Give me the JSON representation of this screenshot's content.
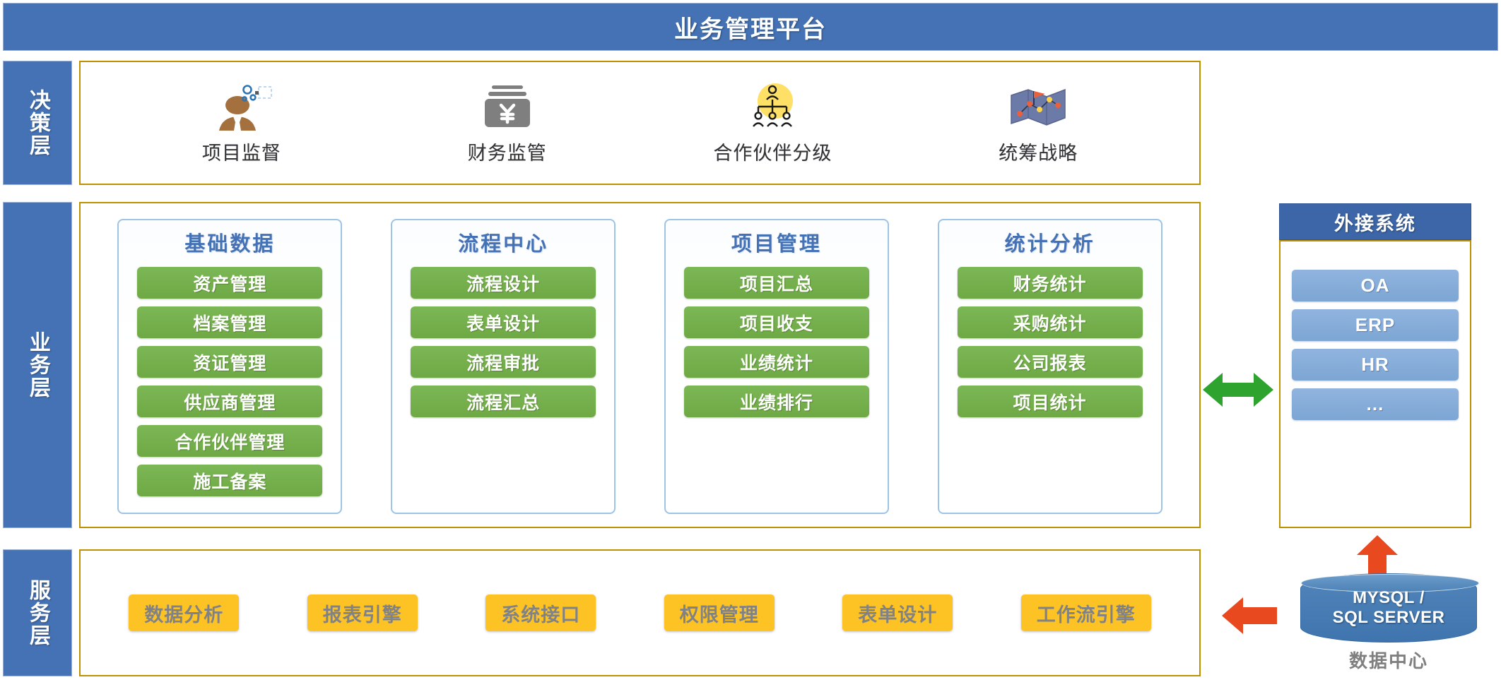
{
  "header": {
    "title": "业务管理平台"
  },
  "layers": {
    "decision": {
      "label": "决策层"
    },
    "business": {
      "label": "业务层"
    },
    "service": {
      "label": "服务层"
    }
  },
  "decision_items": [
    {
      "label": "项目监督",
      "icon": "person-gear-icon"
    },
    {
      "label": "财务监管",
      "icon": "money-card-icon"
    },
    {
      "label": "合作伙伴分级",
      "icon": "org-hierarchy-icon"
    },
    {
      "label": "统筹战略",
      "icon": "strategy-map-icon"
    }
  ],
  "business_cards": [
    {
      "title": "基础数据",
      "items": [
        "资产管理",
        "档案管理",
        "资证管理",
        "供应商管理",
        "合作伙伴管理",
        "施工备案"
      ]
    },
    {
      "title": "流程中心",
      "items": [
        "流程设计",
        "表单设计",
        "流程审批",
        "流程汇总"
      ]
    },
    {
      "title": "项目管理",
      "items": [
        "项目汇总",
        "项目收支",
        "业绩统计",
        "业绩排行"
      ]
    },
    {
      "title": "统计分析",
      "items": [
        "财务统计",
        "采购统计",
        "公司报表",
        "项目统计"
      ]
    }
  ],
  "external": {
    "title": "外接系统",
    "items": [
      "OA",
      "ERP",
      "HR",
      "…"
    ]
  },
  "service_items": [
    "数据分析",
    "报表引擎",
    "系统接口",
    "权限管理",
    "表单设计",
    "工作流引擎"
  ],
  "database": {
    "line1": "MYSQL /",
    "line2": "SQL SERVER",
    "caption": "数据中心"
  },
  "colors": {
    "brand_blue": "#4472b4",
    "gold_border": "#bf9000",
    "green_chip": "#6fa945",
    "yellow_chip": "#fdc325",
    "blue_chip": "#7da6d4",
    "green_arrow": "#2ea32e",
    "orange_arrow": "#e8491f",
    "card_border": "#9dc3e6"
  }
}
